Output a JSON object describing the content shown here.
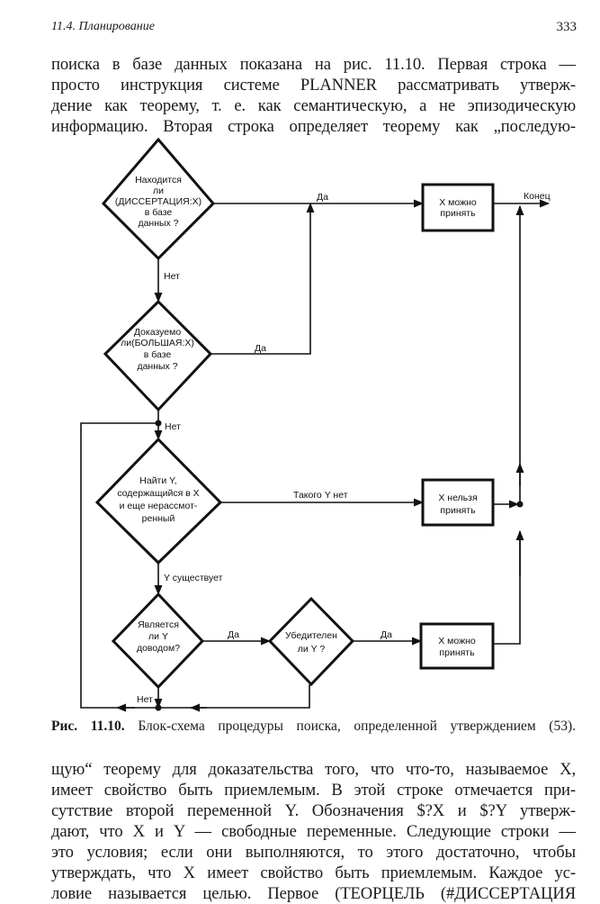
{
  "header": {
    "running_head": "11.4. Планирование",
    "page_number": "333"
  },
  "paragraph_top": {
    "lines": [
      "поиска в базе данных показана на рис. 11.10. Первая строка —",
      "просто инструкция системе PLANNER рассматривать утверж-",
      "дение как теорему, т. е. как семантическую, а не эпизодическую",
      "информацию. Вторая строка определяет теорему как „последую-"
    ]
  },
  "flowchart": {
    "decisions": [
      {
        "id": "d1",
        "lines": [
          "Находится",
          "ли",
          "(ДИССЕРТАЦИЯ:X)",
          "в базе",
          "данных ?"
        ]
      },
      {
        "id": "d2",
        "lines": [
          "Доказуемо",
          "ли(БОЛЬШАЯ:X)",
          "в базе",
          "данных ?"
        ]
      },
      {
        "id": "d3",
        "lines": [
          "Найти Y,",
          "содержащийся в X",
          "и еще нерассмот-",
          "ренный"
        ]
      },
      {
        "id": "d4",
        "lines": [
          "Является",
          "ли Y",
          "доводом?"
        ]
      },
      {
        "id": "d5",
        "lines": [
          "Убедителен",
          "ли Y ?"
        ]
      }
    ],
    "processes": [
      {
        "id": "b1",
        "lines": [
          "X можно",
          "принять"
        ]
      },
      {
        "id": "b2",
        "lines": [
          "X нельзя",
          "принять"
        ]
      },
      {
        "id": "b3",
        "lines": [
          "X можно",
          "принять"
        ]
      }
    ],
    "edge_labels": {
      "d1_yes": "Да",
      "d1_no": "Нет",
      "d2_yes": "Да",
      "d2_no": "Нет",
      "d3_none": "Такого Y нет",
      "d3_exists": "Y существует",
      "d4_yes": "Да",
      "d4_no": "Нет",
      "d5_yes": "Да",
      "end": "Конец"
    }
  },
  "caption": {
    "label": "Рис. 11.10.",
    "text": "Блок-схема процедуры поиска, определенной утверждением (53)."
  },
  "paragraph_bottom": {
    "lines": [
      "щую“ теорему для доказательства того, что что-то, называемое X,",
      "имеет свойство быть приемлемым. В этой строке отмечается при-",
      "сутствие второй переменной Y. Обозначения $?X и $?Y утверж-",
      "дают, что X и Y — свободные переменные. Следующие строки —",
      "это условия; если они выполняются, то этого достаточно, чтобы",
      "утверждать, что X имеет свойство быть приемлемым. Каждое ус-",
      "ловие называется целью. Первое (ТЕОРЦЕЛЬ (#ДИССЕРТАЦИЯ"
    ]
  }
}
